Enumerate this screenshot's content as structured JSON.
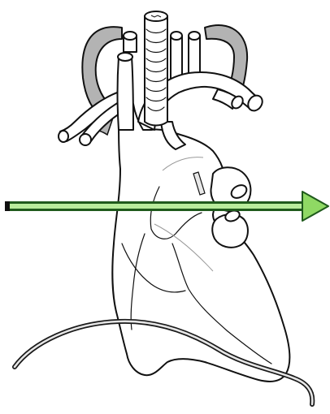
{
  "colors": {
    "outline": "#111111",
    "fill": "#ffffff",
    "vessel_shadow": "#b3b3b3",
    "arrow_dark": "#1f5a1c",
    "arrow_light": "#b9ec9c",
    "arrow_head": "#8fd964",
    "catheter_dark": "#1a1a1a",
    "catheter_light": "#e6e6e6"
  },
  "elements": {
    "heart": "heart-outline",
    "trachea": "trachea-with-rings",
    "arrow": "green-direction-arrow",
    "catheter": "catheter-line"
  }
}
